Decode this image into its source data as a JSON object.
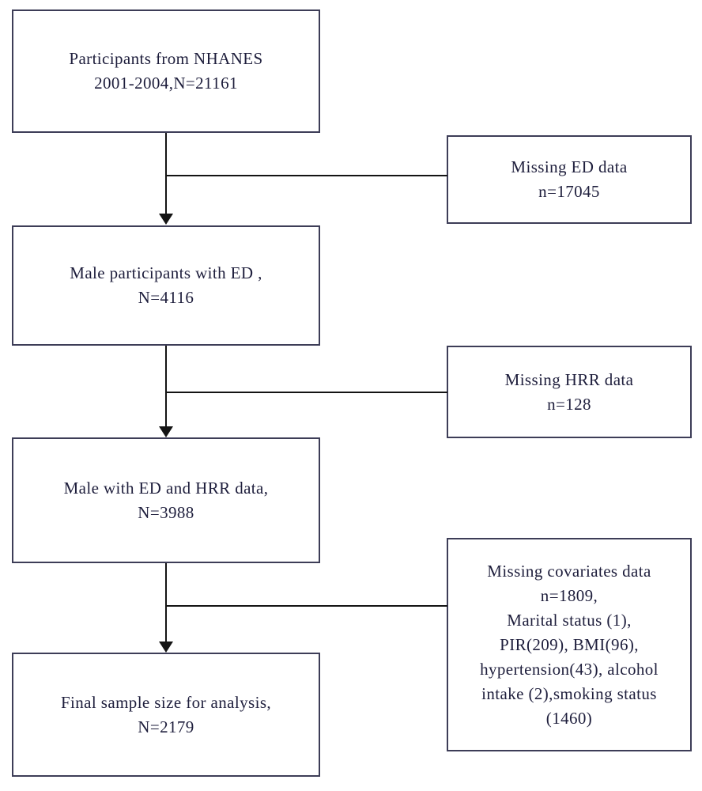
{
  "flowchart": {
    "main_boxes": [
      {
        "text": "Participants from NHANES\n2001-2004,N=21161"
      },
      {
        "text": "Male participants with ED ,\nN=4116"
      },
      {
        "text": "Male with ED and HRR data,\nN=3988"
      },
      {
        "text": "Final sample size for analysis,\nN=2179"
      }
    ],
    "exclusion_boxes": [
      {
        "text": "Missing ED data\nn=17045"
      },
      {
        "text": "Missing HRR data\nn=128"
      },
      {
        "text": "Missing covariates data\nn=1809,\nMarital status (1),\nPIR(209), BMI(96),\nhypertension(43), alcohol\nintake (2),smoking status\n(1460)"
      }
    ],
    "colors": {
      "box_border": "#3d3d57",
      "text": "#1e1e3c",
      "connector": "#141414",
      "background": "#ffffff"
    }
  }
}
